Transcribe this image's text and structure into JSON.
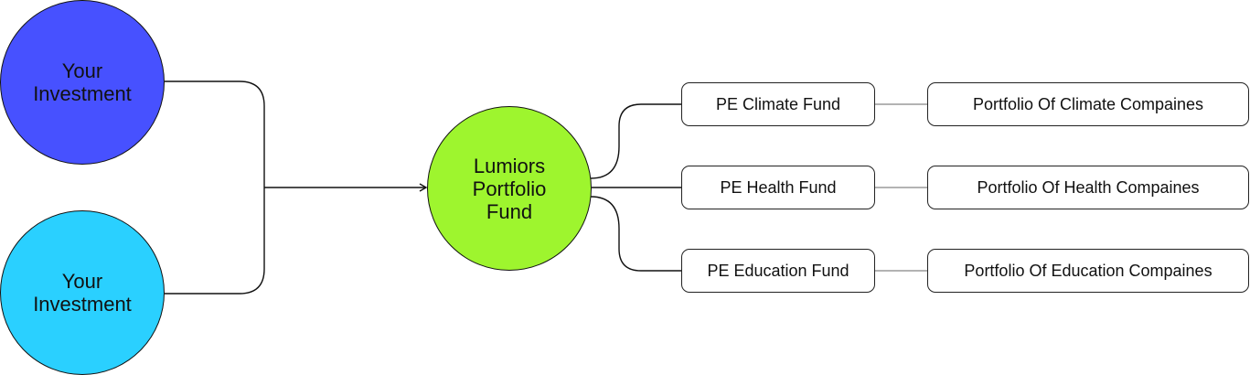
{
  "colors": {
    "investment_1": "#4751ff",
    "investment_2": "#2ad0ff",
    "hub": "#9ef52e",
    "line": "#111111",
    "link_line": "#9a9a9a"
  },
  "investments": [
    {
      "label": "Your\nInvestment"
    },
    {
      "label": "Your\nInvestment"
    }
  ],
  "hub": {
    "label": "Lumiors\nPortfolio\nFund"
  },
  "funds": [
    {
      "label": "PE Climate Fund",
      "portfolio": "Portfolio Of Climate Compaines"
    },
    {
      "label": "PE Health Fund",
      "portfolio": "Portfolio Of Health Compaines"
    },
    {
      "label": "PE Education Fund",
      "portfolio": "Portfolio Of Education Compaines"
    }
  ]
}
